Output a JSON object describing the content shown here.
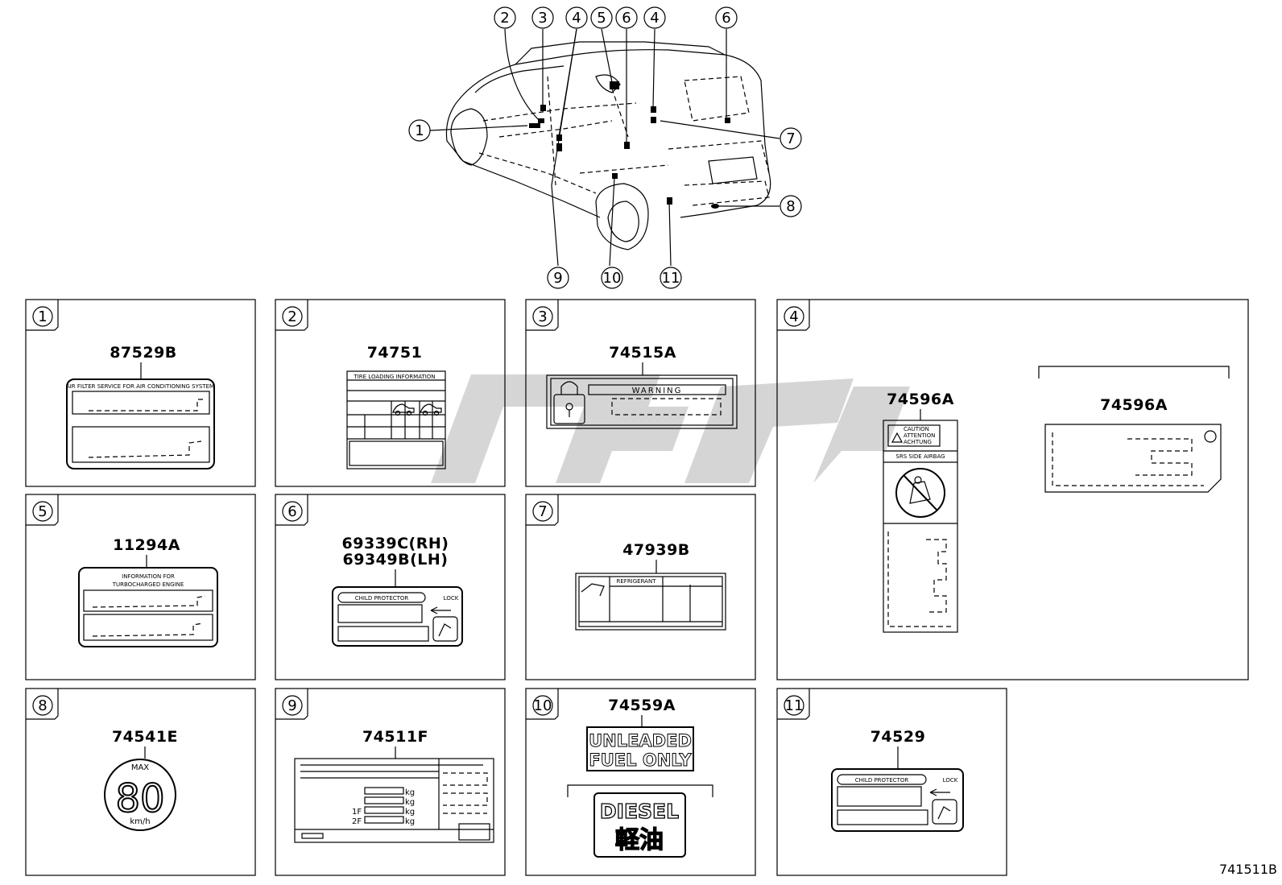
{
  "callouts": [
    "1",
    "2",
    "3",
    "4",
    "5",
    "6",
    "7",
    "8",
    "9",
    "10",
    "11"
  ],
  "panels": [
    {
      "num": "1",
      "parts": [
        "87529B"
      ]
    },
    {
      "num": "2",
      "parts": [
        "74751"
      ]
    },
    {
      "num": "3",
      "parts": [
        "74515A"
      ]
    },
    {
      "num": "4",
      "parts": [
        "74596A",
        "74596A"
      ]
    },
    {
      "num": "5",
      "parts": [
        "11294A"
      ]
    },
    {
      "num": "6",
      "parts": [
        "69339C(RH)",
        "69349B(LH)"
      ]
    },
    {
      "num": "7",
      "parts": [
        "47939B"
      ]
    },
    {
      "num": "8",
      "parts": [
        "74541E"
      ]
    },
    {
      "num": "9",
      "parts": [
        "74511F"
      ]
    },
    {
      "num": "10",
      "parts": [
        "74559A"
      ]
    },
    {
      "num": "11",
      "parts": [
        "74529"
      ]
    }
  ],
  "labels": {
    "air_filter": "AIR FILTER SERVICE FOR AIR CONDITIONING SYSTEM",
    "tire_info": "TIRE LOADING INFORMATION",
    "warning": "WARNING",
    "caution": "CAUTION",
    "attention": "ATTENTION",
    "achtung": "ACHTUNG",
    "srs": "SRS SIDE AIRBAG",
    "turbo_1": "INFORMATION FOR",
    "turbo_2": "TURBOCHARGED ENGINE",
    "child": "CHILD PROTECTOR",
    "lock": "LOCK",
    "refrigerant": "REFRIGERANT",
    "max": "MAX",
    "speed": "80",
    "kmh": "km/h",
    "kg": "kg",
    "row_1f": "1F",
    "row_2f": "2F",
    "unleaded_1": "UNLEADED",
    "unleaded_2": "FUEL ONLY",
    "diesel": "DIESEL",
    "keiyu": "軽油"
  },
  "reference": "741511B",
  "colors": {
    "line": "#000000",
    "watermark": "#c8c8c8"
  }
}
